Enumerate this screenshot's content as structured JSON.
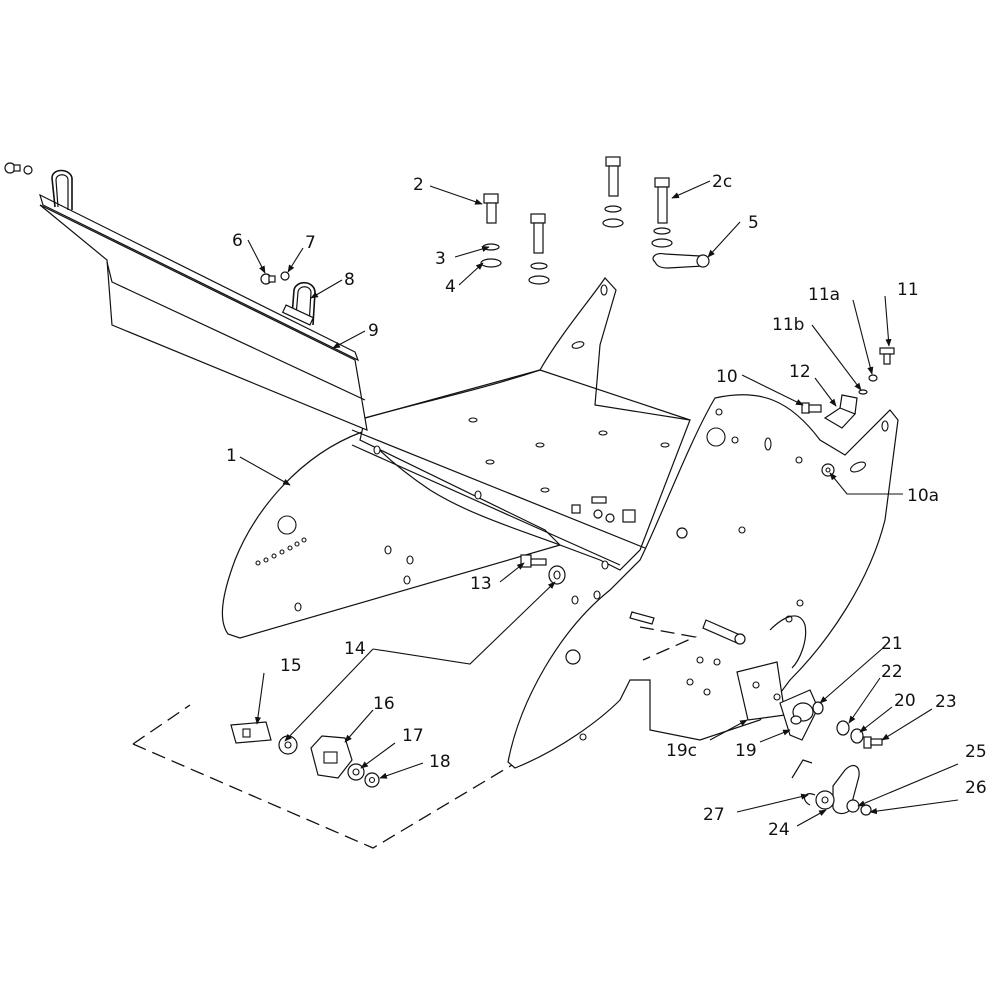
{
  "labels": {
    "p1": "1",
    "p2": "2",
    "p2c": "2c",
    "p3": "3",
    "p4": "4",
    "p5": "5",
    "p6": "6",
    "p7": "7",
    "p8": "8",
    "p9": "9",
    "p10": "10",
    "p10a": "10a",
    "p11": "11",
    "p11a": "11a",
    "p11b": "11b",
    "p12": "12",
    "p13": "13",
    "p14": "14",
    "p15": "15",
    "p16": "16",
    "p17": "17",
    "p18": "18",
    "p19": "19",
    "p19c": "19c",
    "p20": "20",
    "p21": "21",
    "p22": "22",
    "p23": "23",
    "p24": "24",
    "p25": "25",
    "p26": "26",
    "p27": "27"
  }
}
